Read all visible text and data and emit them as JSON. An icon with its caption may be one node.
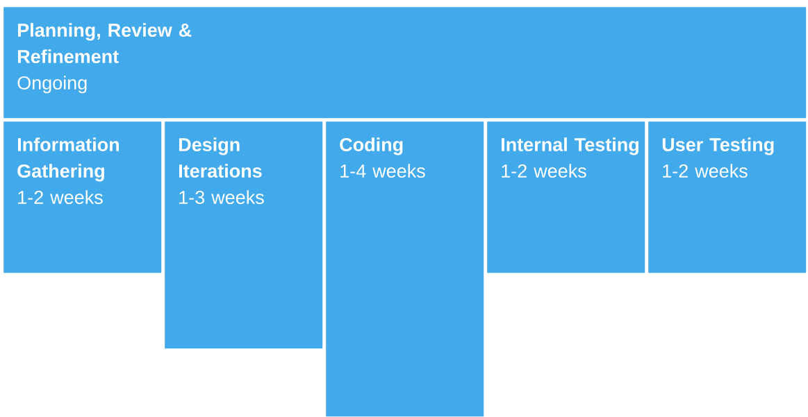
{
  "diagram": {
    "nodes": [
      {
        "text": [
          "Planning, Review & Refinement",
          "Ongoing"
        ]
      },
      {
        "text": [
          "Information Gathering",
          "1-2 weeks"
        ]
      },
      {
        "text": [
          "Design Iterations",
          "1-3 weeks"
        ]
      },
      {
        "text": [
          "Coding",
          "1-4 weeks"
        ]
      },
      {
        "text": [
          "Internal Testing",
          "1-2 weeks"
        ]
      },
      {
        "text": [
          "User Testing",
          "1-2 weeks"
        ]
      }
    ]
  }
}
